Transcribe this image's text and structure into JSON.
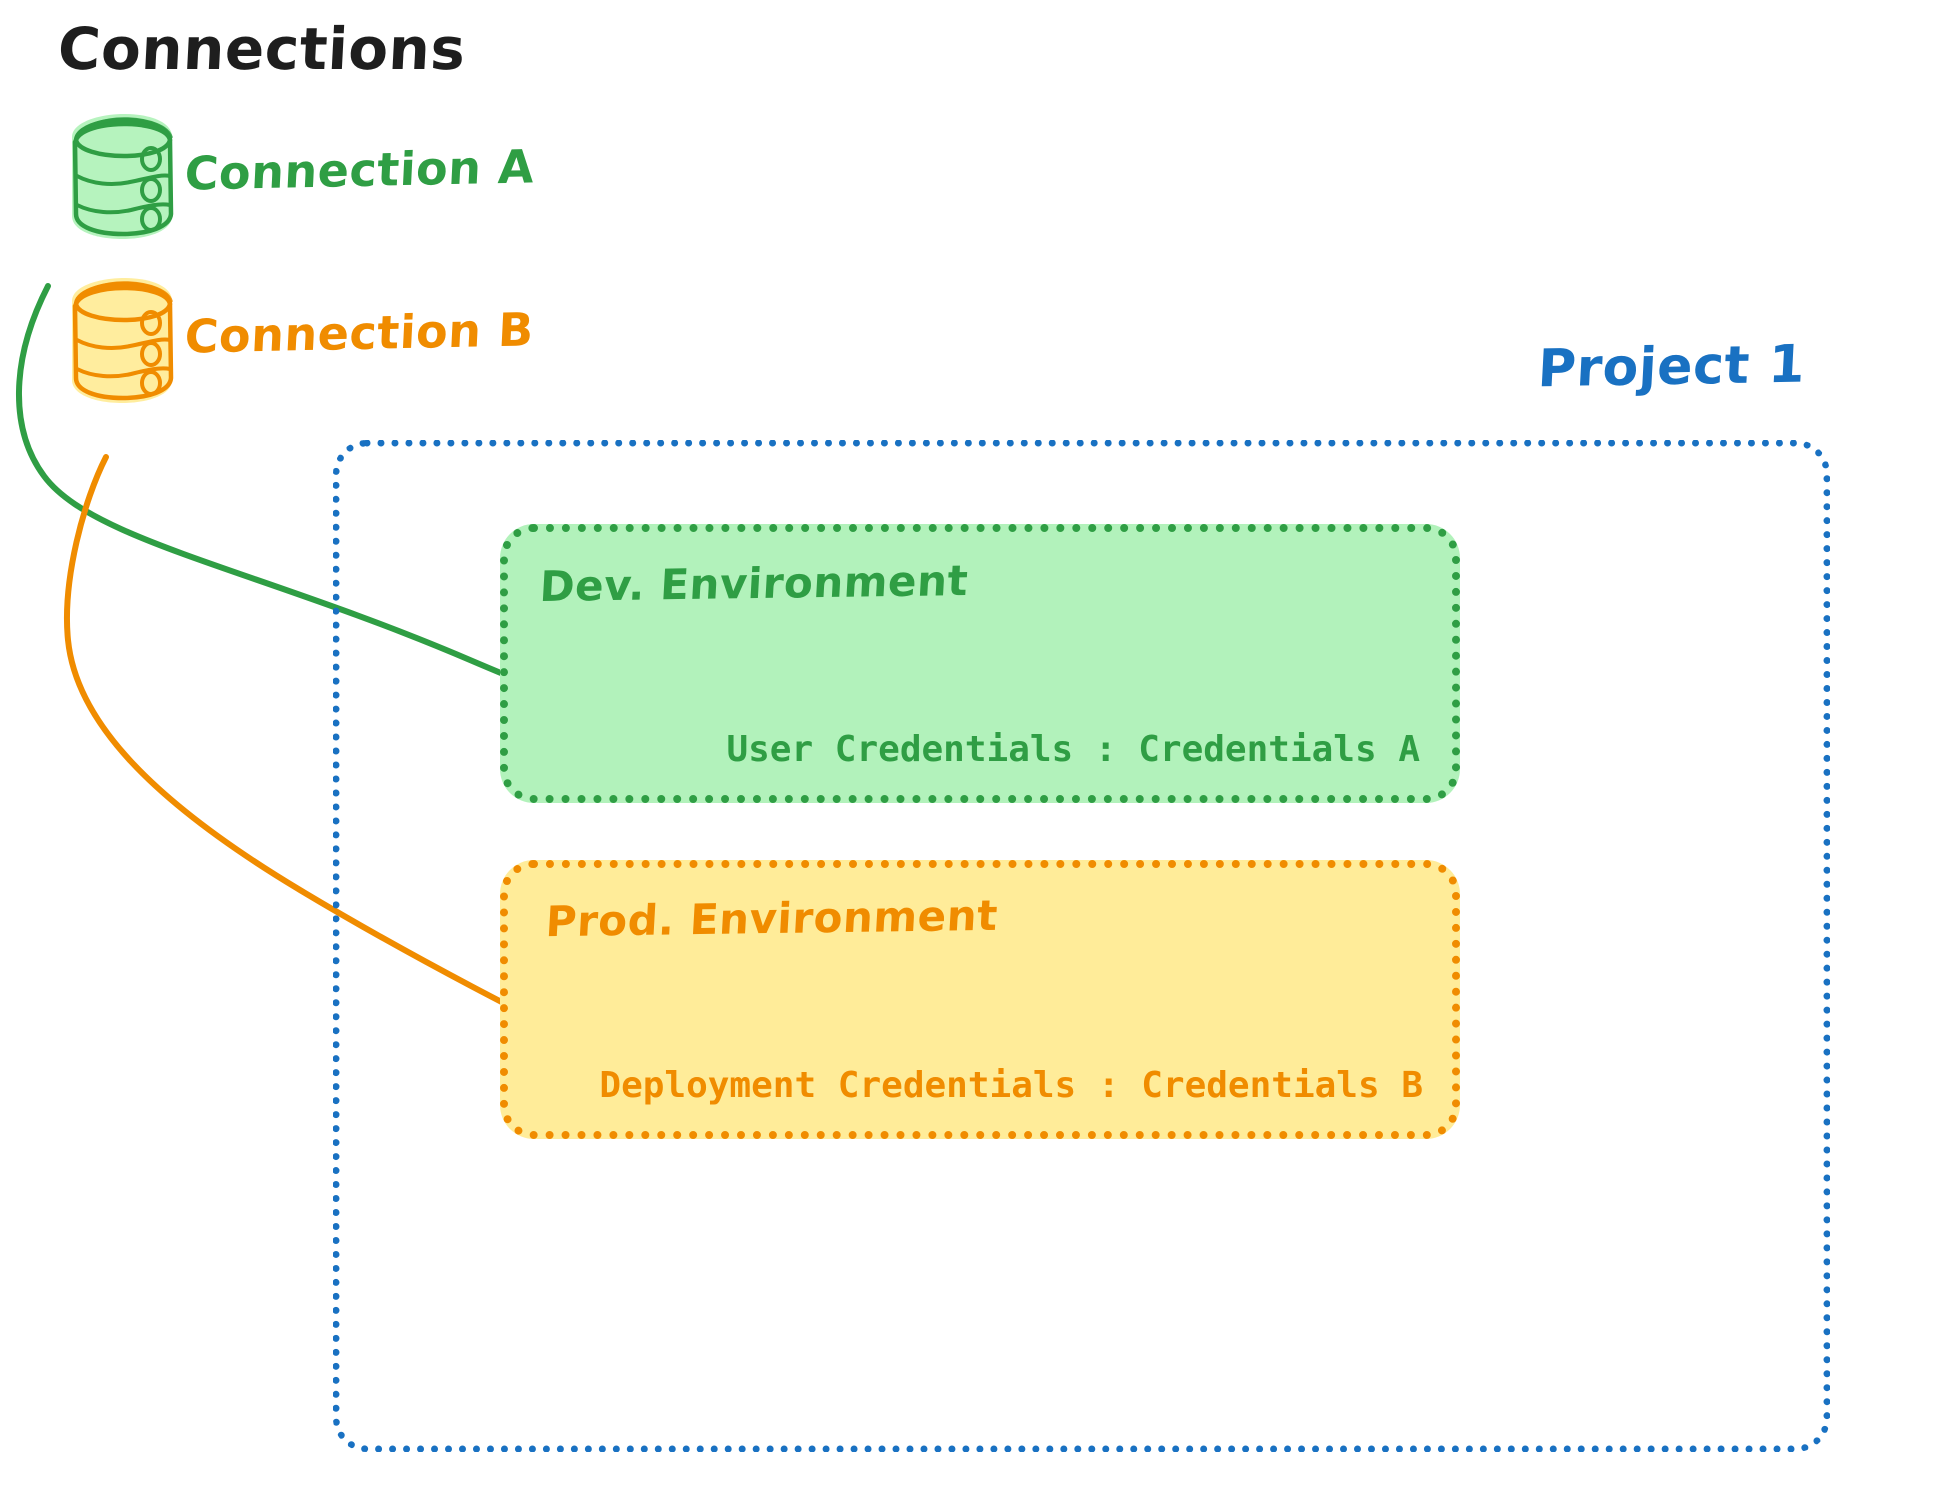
{
  "diagram": {
    "title": "Connections",
    "background_color": "#ffffff",
    "palette": {
      "green_stroke": "#2f9e44",
      "green_fill": "#b2f2bb",
      "orange_stroke": "#f08c00",
      "orange_fill": "#ffec99",
      "blue_stroke": "#1971c2",
      "text_black": "#1e1e1e"
    }
  },
  "connections": {
    "heading": "Connections",
    "items": [
      {
        "id": "connection-a",
        "label": "Connection A",
        "icon": "database-cylinder-icon",
        "color": "#2f9e44"
      },
      {
        "id": "connection-b",
        "label": "Connection B",
        "icon": "database-cylinder-icon",
        "color": "#f08c00"
      }
    ]
  },
  "project": {
    "label": "Project 1",
    "color": "#1971c2",
    "border_style": "dotted",
    "environments": [
      {
        "id": "dev",
        "title": "Dev. Environment",
        "credential_label": "User Credentials",
        "credential_separator": ":",
        "credential_value": "Credentials A",
        "credential_text": "User Credentials : Credentials A",
        "stroke": "#2f9e44",
        "fill": "#b2f2bb"
      },
      {
        "id": "prod",
        "title": "Prod. Environment",
        "credential_label": "Deployment Credentials",
        "credential_separator": ":",
        "credential_value": "Credentials B",
        "credential_text": "Deployment Credentials : Credentials B",
        "stroke": "#f08c00",
        "fill": "#ffec99"
      }
    ]
  },
  "arrows": [
    {
      "id": "arrow-connection-a-to-dev",
      "from": "connection-a",
      "to": "dev",
      "color": "#2f9e44"
    },
    {
      "id": "arrow-connection-b-to-prod",
      "from": "connection-b",
      "to": "prod",
      "color": "#f08c00"
    }
  ]
}
